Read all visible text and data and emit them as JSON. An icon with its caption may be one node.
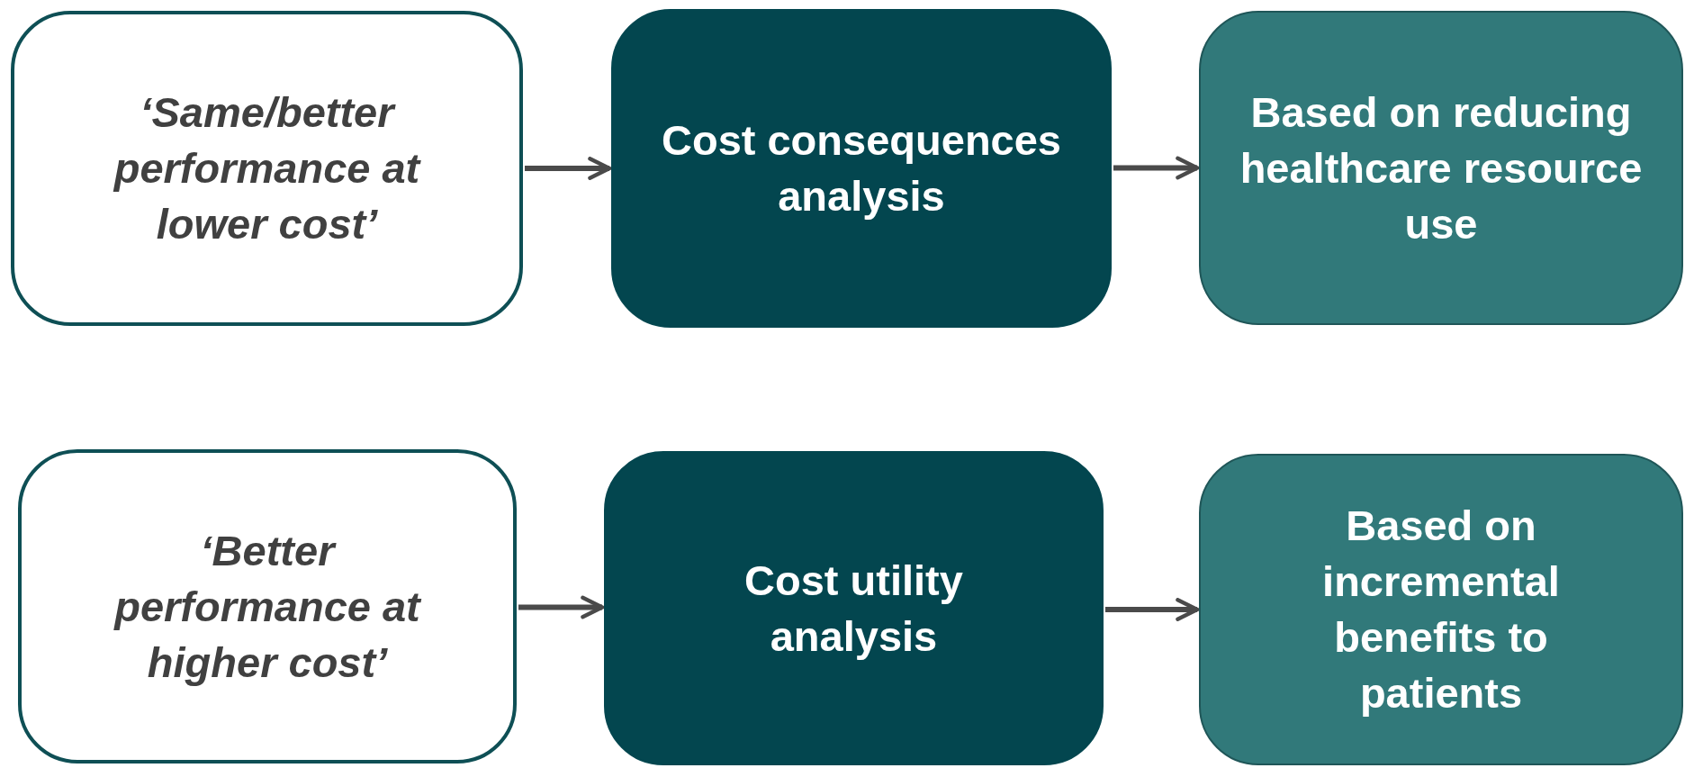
{
  "diagram": {
    "nodes": [
      {
        "text": [
          "‘Same/better performance at lower cost’"
        ]
      },
      {
        "text": [
          "Cost consequences analysis"
        ]
      },
      {
        "text": [
          "Based on reducing healthcare resource use"
        ]
      },
      {
        "text": [
          "‘Better performance at higher cost’"
        ]
      },
      {
        "text": [
          "Cost utility analysis"
        ]
      },
      {
        "text": [
          "Based on incremental benefits to patients"
        ]
      }
    ],
    "edges": [
      {
        "from": 0,
        "to": 1,
        "arrow": "to"
      },
      {
        "from": 1,
        "to": 2,
        "arrow": "to"
      },
      {
        "from": 3,
        "to": 4,
        "arrow": "to"
      },
      {
        "from": 4,
        "to": 5,
        "arrow": "to"
      }
    ]
  }
}
